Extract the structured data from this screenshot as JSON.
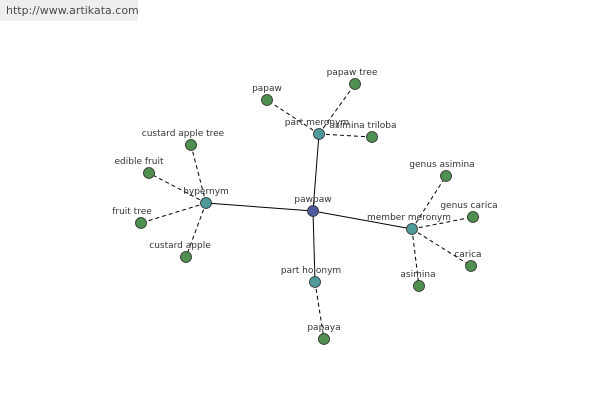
{
  "source_url": "http://www.artikata.com",
  "colors": {
    "center": "#4d5a9e",
    "relation": "#4e9a9a",
    "leaf": "#4f8f4f",
    "node_border": "#2a2a2a"
  },
  "nodes": [
    {
      "id": "pawpaw",
      "label": "pawpaw",
      "kind": "center"
    },
    {
      "id": "hypernym",
      "label": "hypernym",
      "kind": "relation"
    },
    {
      "id": "part-meronym",
      "label": "part meronym",
      "kind": "relation"
    },
    {
      "id": "member-meronym",
      "label": "member meronym",
      "kind": "relation"
    },
    {
      "id": "part-holonym",
      "label": "part holonym",
      "kind": "relation"
    },
    {
      "id": "papaw",
      "label": "papaw",
      "kind": "leaf"
    },
    {
      "id": "papaw-tree",
      "label": "papaw tree",
      "kind": "leaf"
    },
    {
      "id": "asimina-triloba",
      "label": "asimina triloba",
      "kind": "leaf"
    },
    {
      "id": "custard-apple-tree",
      "label": "custard apple tree",
      "kind": "leaf"
    },
    {
      "id": "edible-fruit",
      "label": "edible fruit",
      "kind": "leaf"
    },
    {
      "id": "fruit-tree",
      "label": "fruit tree",
      "kind": "leaf"
    },
    {
      "id": "custard-apple",
      "label": "custard apple",
      "kind": "leaf"
    },
    {
      "id": "genus-asimina",
      "label": "genus asimina",
      "kind": "leaf"
    },
    {
      "id": "genus-carica",
      "label": "genus carica",
      "kind": "leaf"
    },
    {
      "id": "carica",
      "label": "carica",
      "kind": "leaf"
    },
    {
      "id": "asimina",
      "label": "asimina",
      "kind": "leaf"
    },
    {
      "id": "papaya",
      "label": "papaya",
      "kind": "leaf"
    }
  ],
  "edges": [
    {
      "from": "pawpaw",
      "to": "hypernym",
      "style": "solid"
    },
    {
      "from": "pawpaw",
      "to": "part-meronym",
      "style": "solid"
    },
    {
      "from": "pawpaw",
      "to": "member-meronym",
      "style": "solid"
    },
    {
      "from": "pawpaw",
      "to": "part-holonym",
      "style": "solid"
    },
    {
      "from": "part-meronym",
      "to": "papaw",
      "style": "dashed"
    },
    {
      "from": "part-meronym",
      "to": "papaw-tree",
      "style": "dashed"
    },
    {
      "from": "part-meronym",
      "to": "asimina-triloba",
      "style": "dashed"
    },
    {
      "from": "hypernym",
      "to": "custard-apple-tree",
      "style": "dashed"
    },
    {
      "from": "hypernym",
      "to": "edible-fruit",
      "style": "dashed"
    },
    {
      "from": "hypernym",
      "to": "fruit-tree",
      "style": "dashed"
    },
    {
      "from": "hypernym",
      "to": "custard-apple",
      "style": "dashed"
    },
    {
      "from": "member-meronym",
      "to": "genus-asimina",
      "style": "dashed"
    },
    {
      "from": "member-meronym",
      "to": "genus-carica",
      "style": "dashed"
    },
    {
      "from": "member-meronym",
      "to": "carica",
      "style": "dashed"
    },
    {
      "from": "member-meronym",
      "to": "asimina",
      "style": "dashed"
    },
    {
      "from": "part-holonym",
      "to": "papaya",
      "style": "dashed"
    }
  ]
}
